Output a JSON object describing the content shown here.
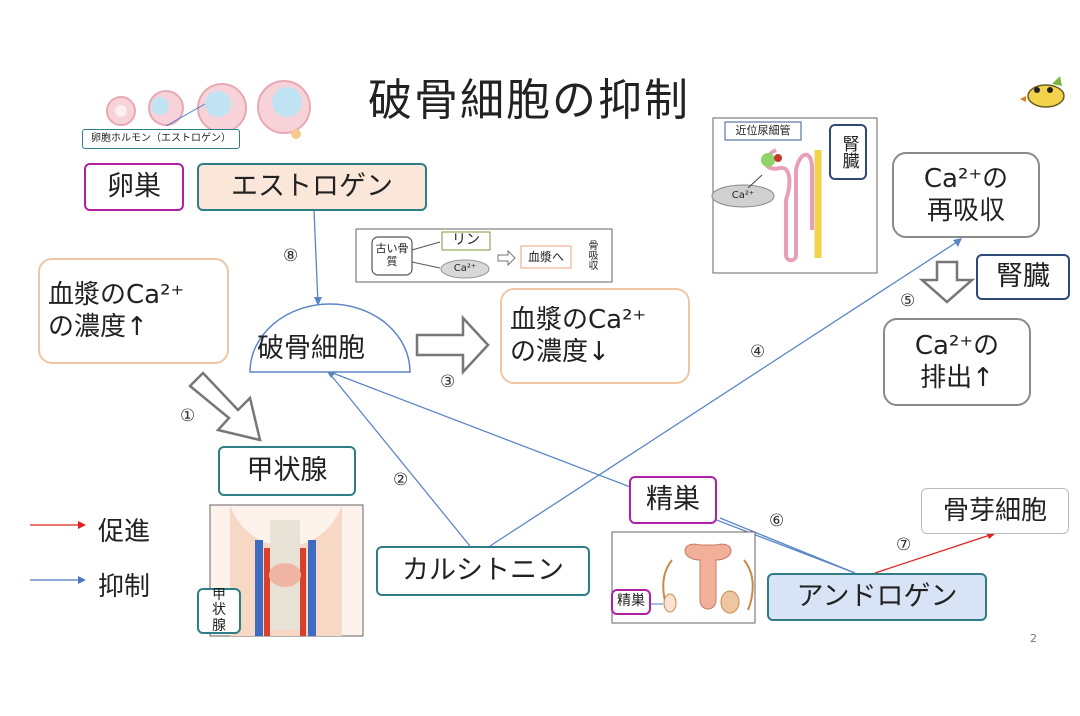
{
  "title": "破骨細胞の抑制",
  "page_number": "2",
  "legend": {
    "promote_label": "促進",
    "inhibit_label": "抑制",
    "promote_color": "#e02020",
    "inhibit_color": "#4a78c2"
  },
  "nodes": {
    "ovary": "卵巣",
    "estrogen": "エストロゲン",
    "ovary_hormone_caption": "卵胞ホルモン（エストロゲン）",
    "plasma_ca_up_line1": "血漿のCa²⁺",
    "plasma_ca_up_line2": "の濃度↑",
    "osteoclast": "破骨細胞",
    "plasma_ca_down_line1": "血漿のCa²⁺",
    "plasma_ca_down_line2": "の濃度↓",
    "thyroid": "甲状腺",
    "thyroid_inset_label": "甲状腺",
    "calcitonin": "カルシトニン",
    "testis": "精巣",
    "testis_inset_label": "精巣",
    "androgen": "アンドロゲン",
    "osteoblast": "骨芽細胞",
    "ca_reabsorb_line1": "Ca²⁺の",
    "ca_reabsorb_line2": "再吸収",
    "kidney": "腎臓",
    "ca_excrete_line1": "Ca²⁺の",
    "ca_excrete_line2": "排出↑"
  },
  "bone_inset": {
    "old_bone": "古い骨質",
    "phosphorus": "リン",
    "ca_ion": "Ca²⁺",
    "to_plasma": "血漿へ",
    "bone_resorption": "骨吸収"
  },
  "kidney_inset": {
    "proximal_tubule": "近位尿細管",
    "kidney_label": "腎臓",
    "ca_ion": "Ca²⁺"
  },
  "step_numbers": {
    "s1": "①",
    "s2": "②",
    "s3": "③",
    "s4": "④",
    "s5": "⑤",
    "s6": "⑥",
    "s7": "⑦",
    "s8": "⑧"
  }
}
